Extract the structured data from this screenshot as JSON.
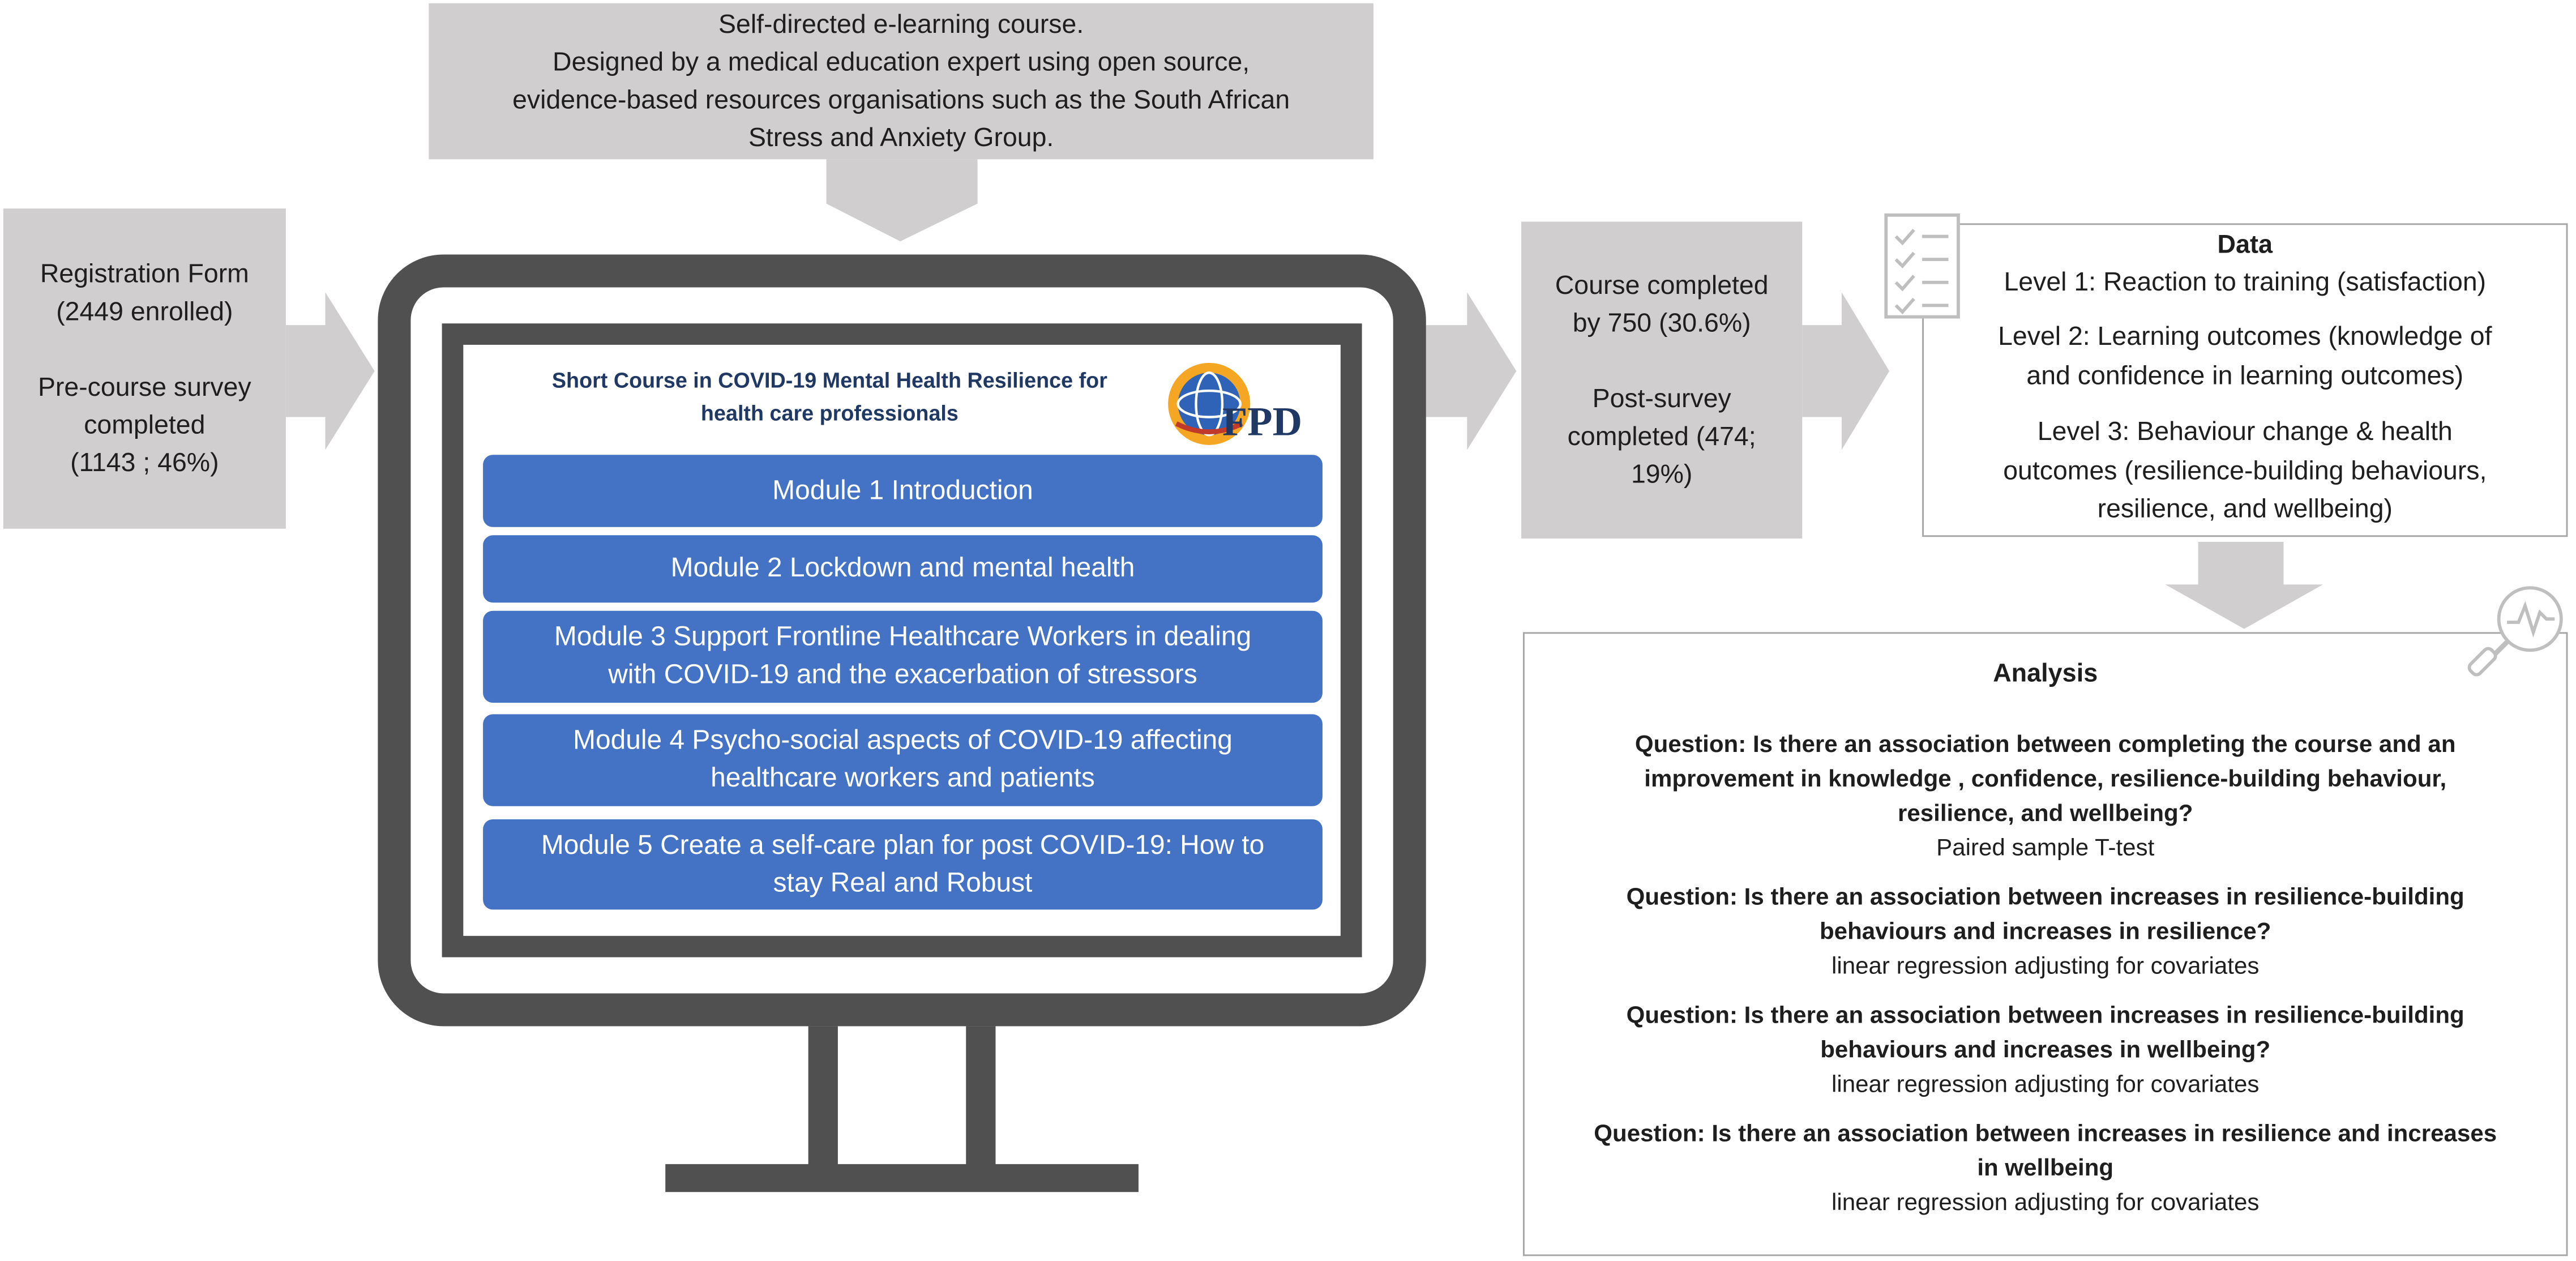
{
  "top_box": {
    "line1": "Self-directed e-learning course.",
    "line2": "Designed by a medical education expert using open source,",
    "line3": "evidence-based resources organisations such as the South African",
    "line4": "Stress and Anxiety Group."
  },
  "registration": {
    "line1": "Registration Form",
    "line2": "(2449 enrolled)",
    "line3": "Pre-course survey",
    "line4": "completed",
    "line5": "(1143 ; 46%)"
  },
  "course": {
    "title_line1": "Short Course in COVID-19 Mental Health Resilience for",
    "title_line2": "health care professionals",
    "logo_text": "FPD",
    "modules": [
      {
        "line1": "Module 1 Introduction",
        "line2": ""
      },
      {
        "line1": "Module 2 Lockdown and mental health",
        "line2": ""
      },
      {
        "line1": "Module 3 Support Frontline Healthcare Workers in dealing",
        "line2": "with COVID-19 and the exacerbation of stressors"
      },
      {
        "line1": "Module 4 Psycho-social aspects of COVID-19 affecting",
        "line2": "healthcare workers and patients"
      },
      {
        "line1": "Module 5 Create a self-care plan for post COVID-19: How to",
        "line2": "stay Real and Robust"
      }
    ]
  },
  "completion": {
    "line1": "Course completed",
    "line2": "by 750 (30.6%)",
    "line3": "Post-survey",
    "line4": "completed (474;",
    "line5": "19%)"
  },
  "data_box": {
    "title": "Data",
    "level1": "Level 1: Reaction to training (satisfaction)",
    "level2_a": "Level 2: Learning outcomes (knowledge of",
    "level2_b": "and confidence in learning outcomes)",
    "level3_a": "Level 3: Behaviour change & health",
    "level3_b": "outcomes (resilience-building behaviours,",
    "level3_c": "resilience, and wellbeing)"
  },
  "analysis": {
    "title": "Analysis",
    "questions": [
      {
        "lines": [
          "Question: Is there an association between completing the course and an",
          "improvement in knowledge , confidence, resilience-building behaviour,",
          "resilience, and wellbeing?"
        ],
        "method": "Paired sample T-test"
      },
      {
        "lines": [
          "Question: Is there an association between increases in resilience-building",
          "behaviours and increases in resilience?"
        ],
        "method": "linear regression adjusting for covariates"
      },
      {
        "lines": [
          "Question: Is there an association between increases in resilience-building",
          "behaviours and increases in wellbeing?"
        ],
        "method": "linear regression adjusting for covariates"
      },
      {
        "lines": [
          "Question: Is there an association between increases in resilience and increases",
          "in wellbeing"
        ],
        "method": "linear regression adjusting for covariates"
      }
    ]
  },
  "icons": {
    "checklist": "checklist-icon",
    "analysis": "magnifier-chart-icon",
    "monitor": "monitor-icon",
    "logo": "fpd-globe-logo"
  },
  "colors": {
    "gray_box": "#d0cece",
    "arrow": "#d0cece",
    "monitor": "#505050",
    "module_blue": "#4472c4",
    "title_navy": "#1f3864"
  }
}
